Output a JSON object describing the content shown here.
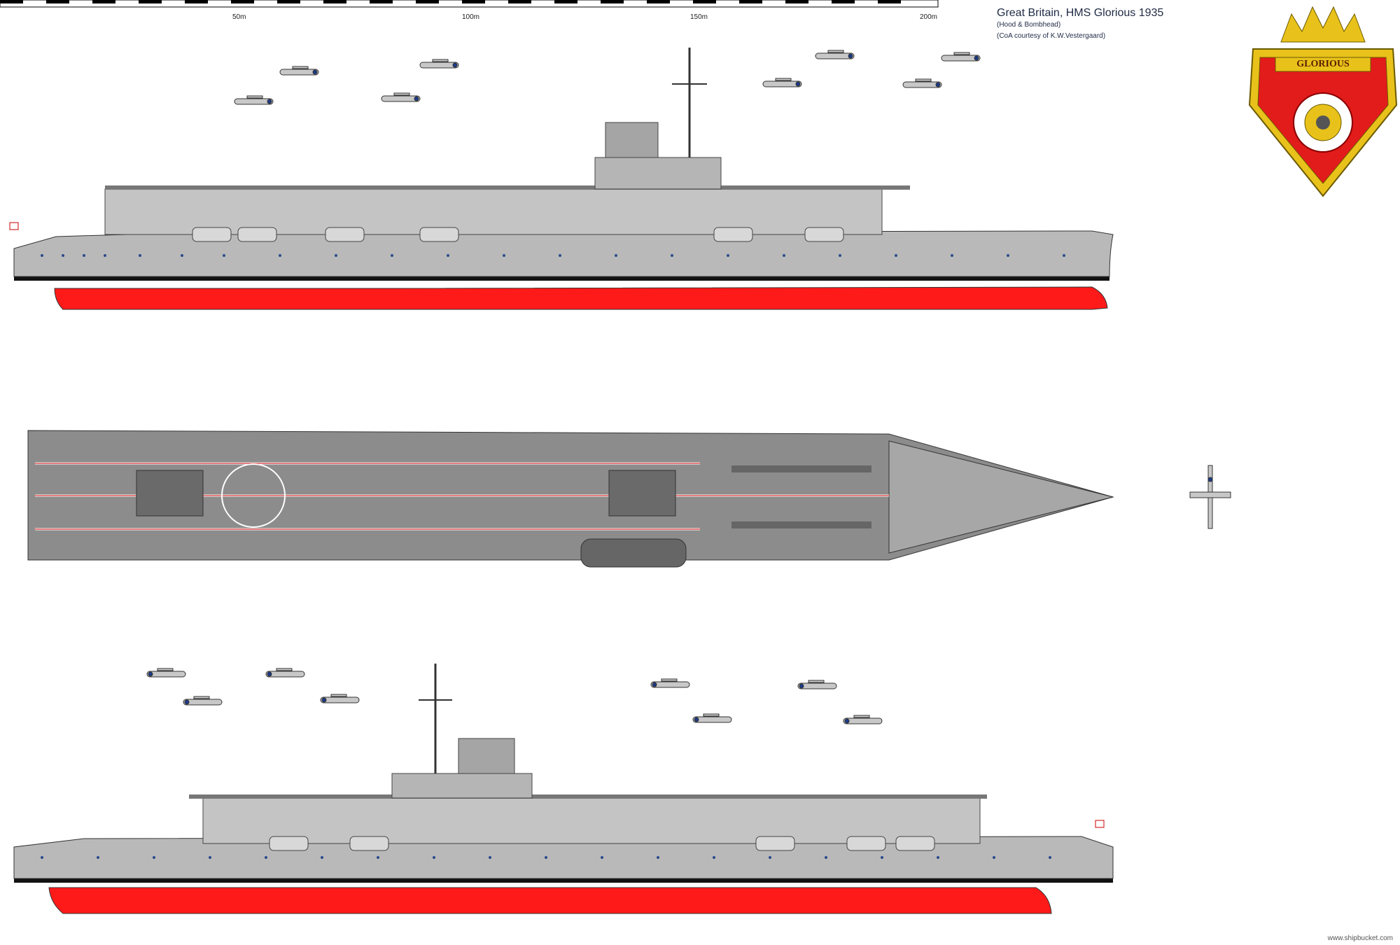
{
  "header": {
    "title": "Great Britain, HMS Glorious 1935",
    "credit_1": "(Hood & Bombhead)",
    "credit_2": "(CoA courtesy of   K.W.Vestergaard)"
  },
  "scale_bar": {
    "ticks": [
      "50m",
      "100m",
      "150m",
      "200m"
    ]
  },
  "crest": {
    "name": "GLORIOUS"
  },
  "footer": {
    "site": "www.shipbucket.com"
  },
  "colors": {
    "hull_grey": "#b9b9b9",
    "deck_grey": "#8c8c8c",
    "boot_red": "#ff1a1a",
    "crest_gold": "#e8c21a",
    "crest_red": "#e21b1b"
  }
}
